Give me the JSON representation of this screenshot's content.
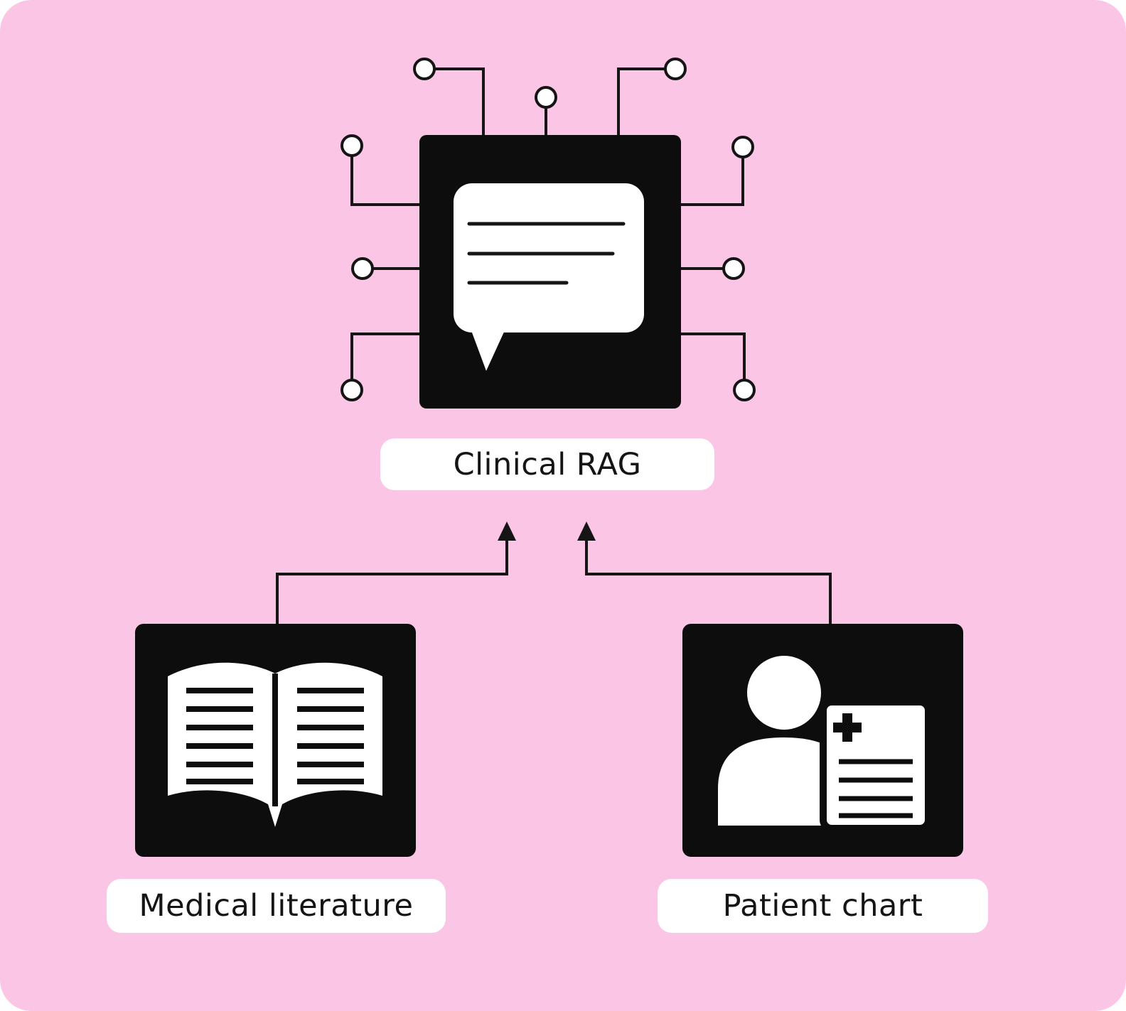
{
  "diagram": {
    "background_color": "#fbc6e5",
    "node_color": "#0d0d0d",
    "accent_color": "#ffffff",
    "line_color": "#151515"
  },
  "nodes": {
    "clinical_rag": {
      "label": "Clinical RAG",
      "icon": "chip-chat-icon"
    },
    "medical_literature": {
      "label": "Medical literature",
      "icon": "open-book-icon"
    },
    "patient_chart": {
      "label": "Patient chart",
      "icon": "person-chart-icon"
    }
  },
  "edges": [
    {
      "from": "medical_literature",
      "to": "clinical_rag"
    },
    {
      "from": "patient_chart",
      "to": "clinical_rag"
    }
  ]
}
